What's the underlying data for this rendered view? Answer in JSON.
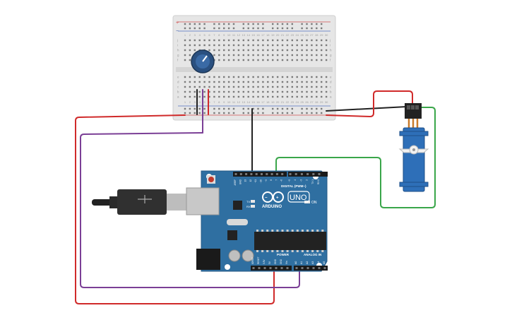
{
  "board": {
    "logo": "ARDUINO",
    "model": "UNO",
    "on_label": "ON",
    "tx_label": "TX",
    "rx_label": "RX",
    "digital_label": "DIGITAL (PWM~)",
    "power_label": "POWER",
    "analog_label": "ANALOG IN",
    "digital_pins": [
      "AREF",
      "GND",
      "13",
      "12",
      "~11",
      "~10",
      "~9",
      "8",
      "7",
      "~6",
      "~5",
      "4",
      "~3",
      "2",
      "TX 1",
      "RX 0"
    ],
    "power_pins": [
      "IOREF",
      "RESET",
      "3.3V",
      "5V",
      "GND",
      "GND",
      "Vin"
    ],
    "analog_pins": [
      "A0",
      "A1",
      "A2",
      "A3",
      "A4",
      "A5"
    ]
  },
  "breadboard": {
    "top_marks": [
      "+",
      "−"
    ],
    "row_letters_top": [
      "j",
      "i",
      "h",
      "g",
      "f"
    ],
    "row_letters_bottom": [
      "e",
      "d",
      "c",
      "b",
      "a"
    ],
    "column_numbers": [
      "1",
      "2",
      "3",
      "4",
      "5",
      "6",
      "7",
      "8",
      "9",
      "10",
      "11",
      "12",
      "13",
      "14",
      "15",
      "16",
      "17",
      "18",
      "19",
      "20",
      "21",
      "22",
      "23",
      "24",
      "25",
      "26",
      "27",
      "28",
      "29",
      "30"
    ]
  },
  "colors": {
    "board": "#2f6fa1",
    "breadboard": "#e4e4e4",
    "wire_red": "#d02a2a",
    "wire_purple": "#7b3f96",
    "wire_black": "#222222",
    "wire_green": "#3aa64a",
    "servo": "#2e6fb8",
    "potentiometer": "#274b7a"
  }
}
